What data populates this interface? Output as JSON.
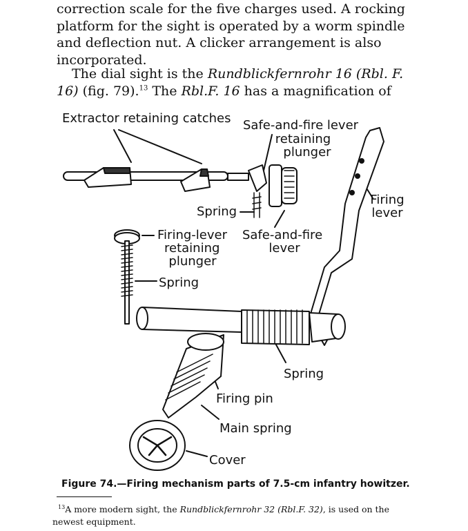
{
  "body": {
    "p1": "correction scale for the five charges used. A rocking platform for the sight is operated by a worm spindle and deflection nut. A clicker arrangement is also incorporated.",
    "p2_a": "The dial sight is the ",
    "p2_it1": "Rundblickfernrohr 16 (Rbl. F. 16)",
    "p2_b": " (fig. 79).",
    "p2_sup": "13",
    "p2_c": " The ",
    "p2_it2": "Rbl.F. 16",
    "p2_d": " has a magnification of"
  },
  "figure": {
    "labels": {
      "extractor_catches": "Extractor retaining catches",
      "safe_fire_lever_top": "Safe-and-fire lever",
      "retaining_plunger_1": "retaining",
      "retaining_plunger_2": "plunger",
      "firing_lever_1": "Firing",
      "firing_lever_2": "lever",
      "spring_1": "Spring",
      "firing_lever_plunger_1": "Firing-lever",
      "firing_lever_plunger_2": "retaining",
      "firing_lever_plunger_3": "plunger",
      "safe_fire_lever_1": "Safe-and-fire",
      "safe_fire_lever_2": "lever",
      "spring_2": "Spring",
      "spring_3": "Spring",
      "firing_pin": "Firing pin",
      "main_spring": "Main spring",
      "cover": "Cover"
    },
    "caption": "Figure 74.—Firing mechanism parts of 7.5-cm infantry howitzer."
  },
  "footnote": {
    "sup": "13",
    "a": "A more modern sight, the ",
    "it": "Rundblickfernrohr 32 (Rbl.F. 32)",
    "b": ", is used on the newest equipment."
  }
}
